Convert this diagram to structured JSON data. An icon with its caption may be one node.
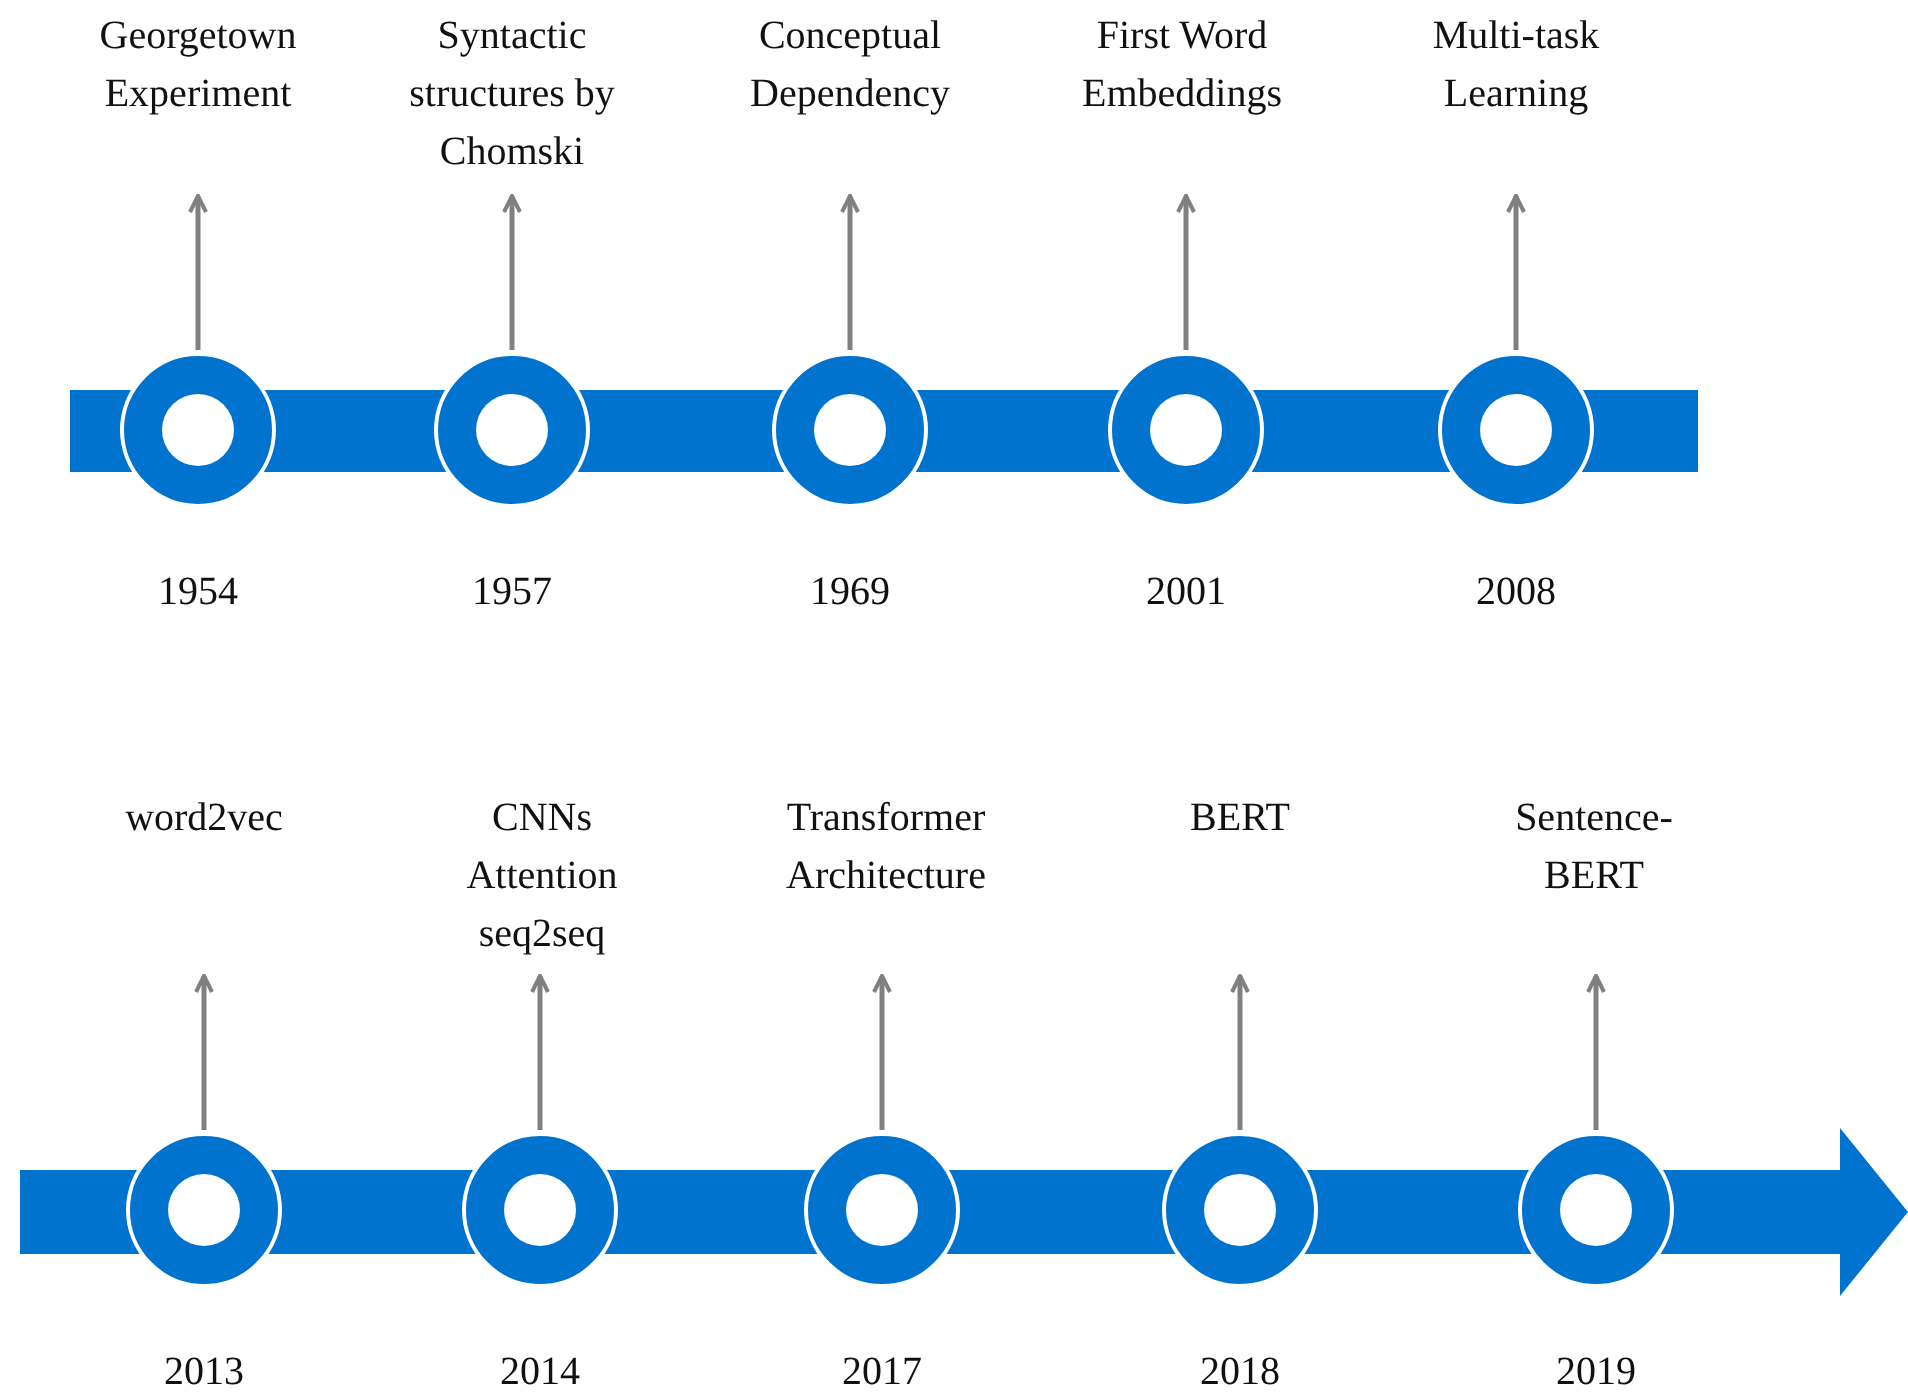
{
  "diagram": {
    "nodes": [
      {
        "text": [
          "Georgetown Experiment"
        ]
      },
      {
        "text": [
          "Syntactic structures by Chomski"
        ]
      },
      {
        "text": [
          "Conceptual Dependency"
        ]
      },
      {
        "text": [
          "First Word Embeddings"
        ]
      },
      {
        "text": [
          "Multi-task Learning"
        ]
      },
      {
        "text": [],
        "shape": "circle",
        "beside": [
          "1954"
        ]
      },
      {
        "text": [],
        "shape": "circle",
        "beside": [
          "1957"
        ]
      },
      {
        "text": [],
        "shape": "circle",
        "beside": [
          "1969"
        ]
      },
      {
        "text": [],
        "shape": "circle",
        "beside": [
          "2001"
        ]
      },
      {
        "text": [],
        "shape": "circle",
        "beside": [
          "2008"
        ]
      },
      {
        "text": [
          "word2vec"
        ]
      },
      {
        "text": [
          "CNNs Attention seq2seq"
        ]
      },
      {
        "text": [
          "Transformer Architecture"
        ]
      },
      {
        "text": [
          "BERT"
        ]
      },
      {
        "text": [
          "Sentence-BERT"
        ]
      },
      {
        "text": [],
        "shape": "circle",
        "beside": [
          "2013"
        ]
      },
      {
        "text": [],
        "shape": "circle",
        "beside": [
          "2014"
        ]
      },
      {
        "text": [],
        "shape": "circle",
        "beside": [
          "2017"
        ]
      },
      {
        "text": [],
        "shape": "circle",
        "beside": [
          "2018"
        ]
      },
      {
        "text": [],
        "shape": "circle",
        "beside": [
          "2019"
        ]
      }
    ],
    "edges": [
      {
        "from": 5,
        "to": 0,
        "arrow": "to"
      },
      {
        "from": 6,
        "to": 1,
        "arrow": "to"
      },
      {
        "from": 7,
        "to": 2,
        "arrow": "to"
      },
      {
        "from": 8,
        "to": 3,
        "arrow": "to"
      },
      {
        "from": 9,
        "to": 4,
        "arrow": "to"
      },
      {
        "from": 15,
        "to": 10,
        "arrow": "to"
      },
      {
        "from": 16,
        "to": 11,
        "arrow": "to"
      },
      {
        "from": 17,
        "to": 12,
        "arrow": "to"
      },
      {
        "from": 18,
        "to": 13,
        "arrow": "to"
      },
      {
        "from": 19,
        "to": 14,
        "arrow": "to"
      }
    ]
  }
}
